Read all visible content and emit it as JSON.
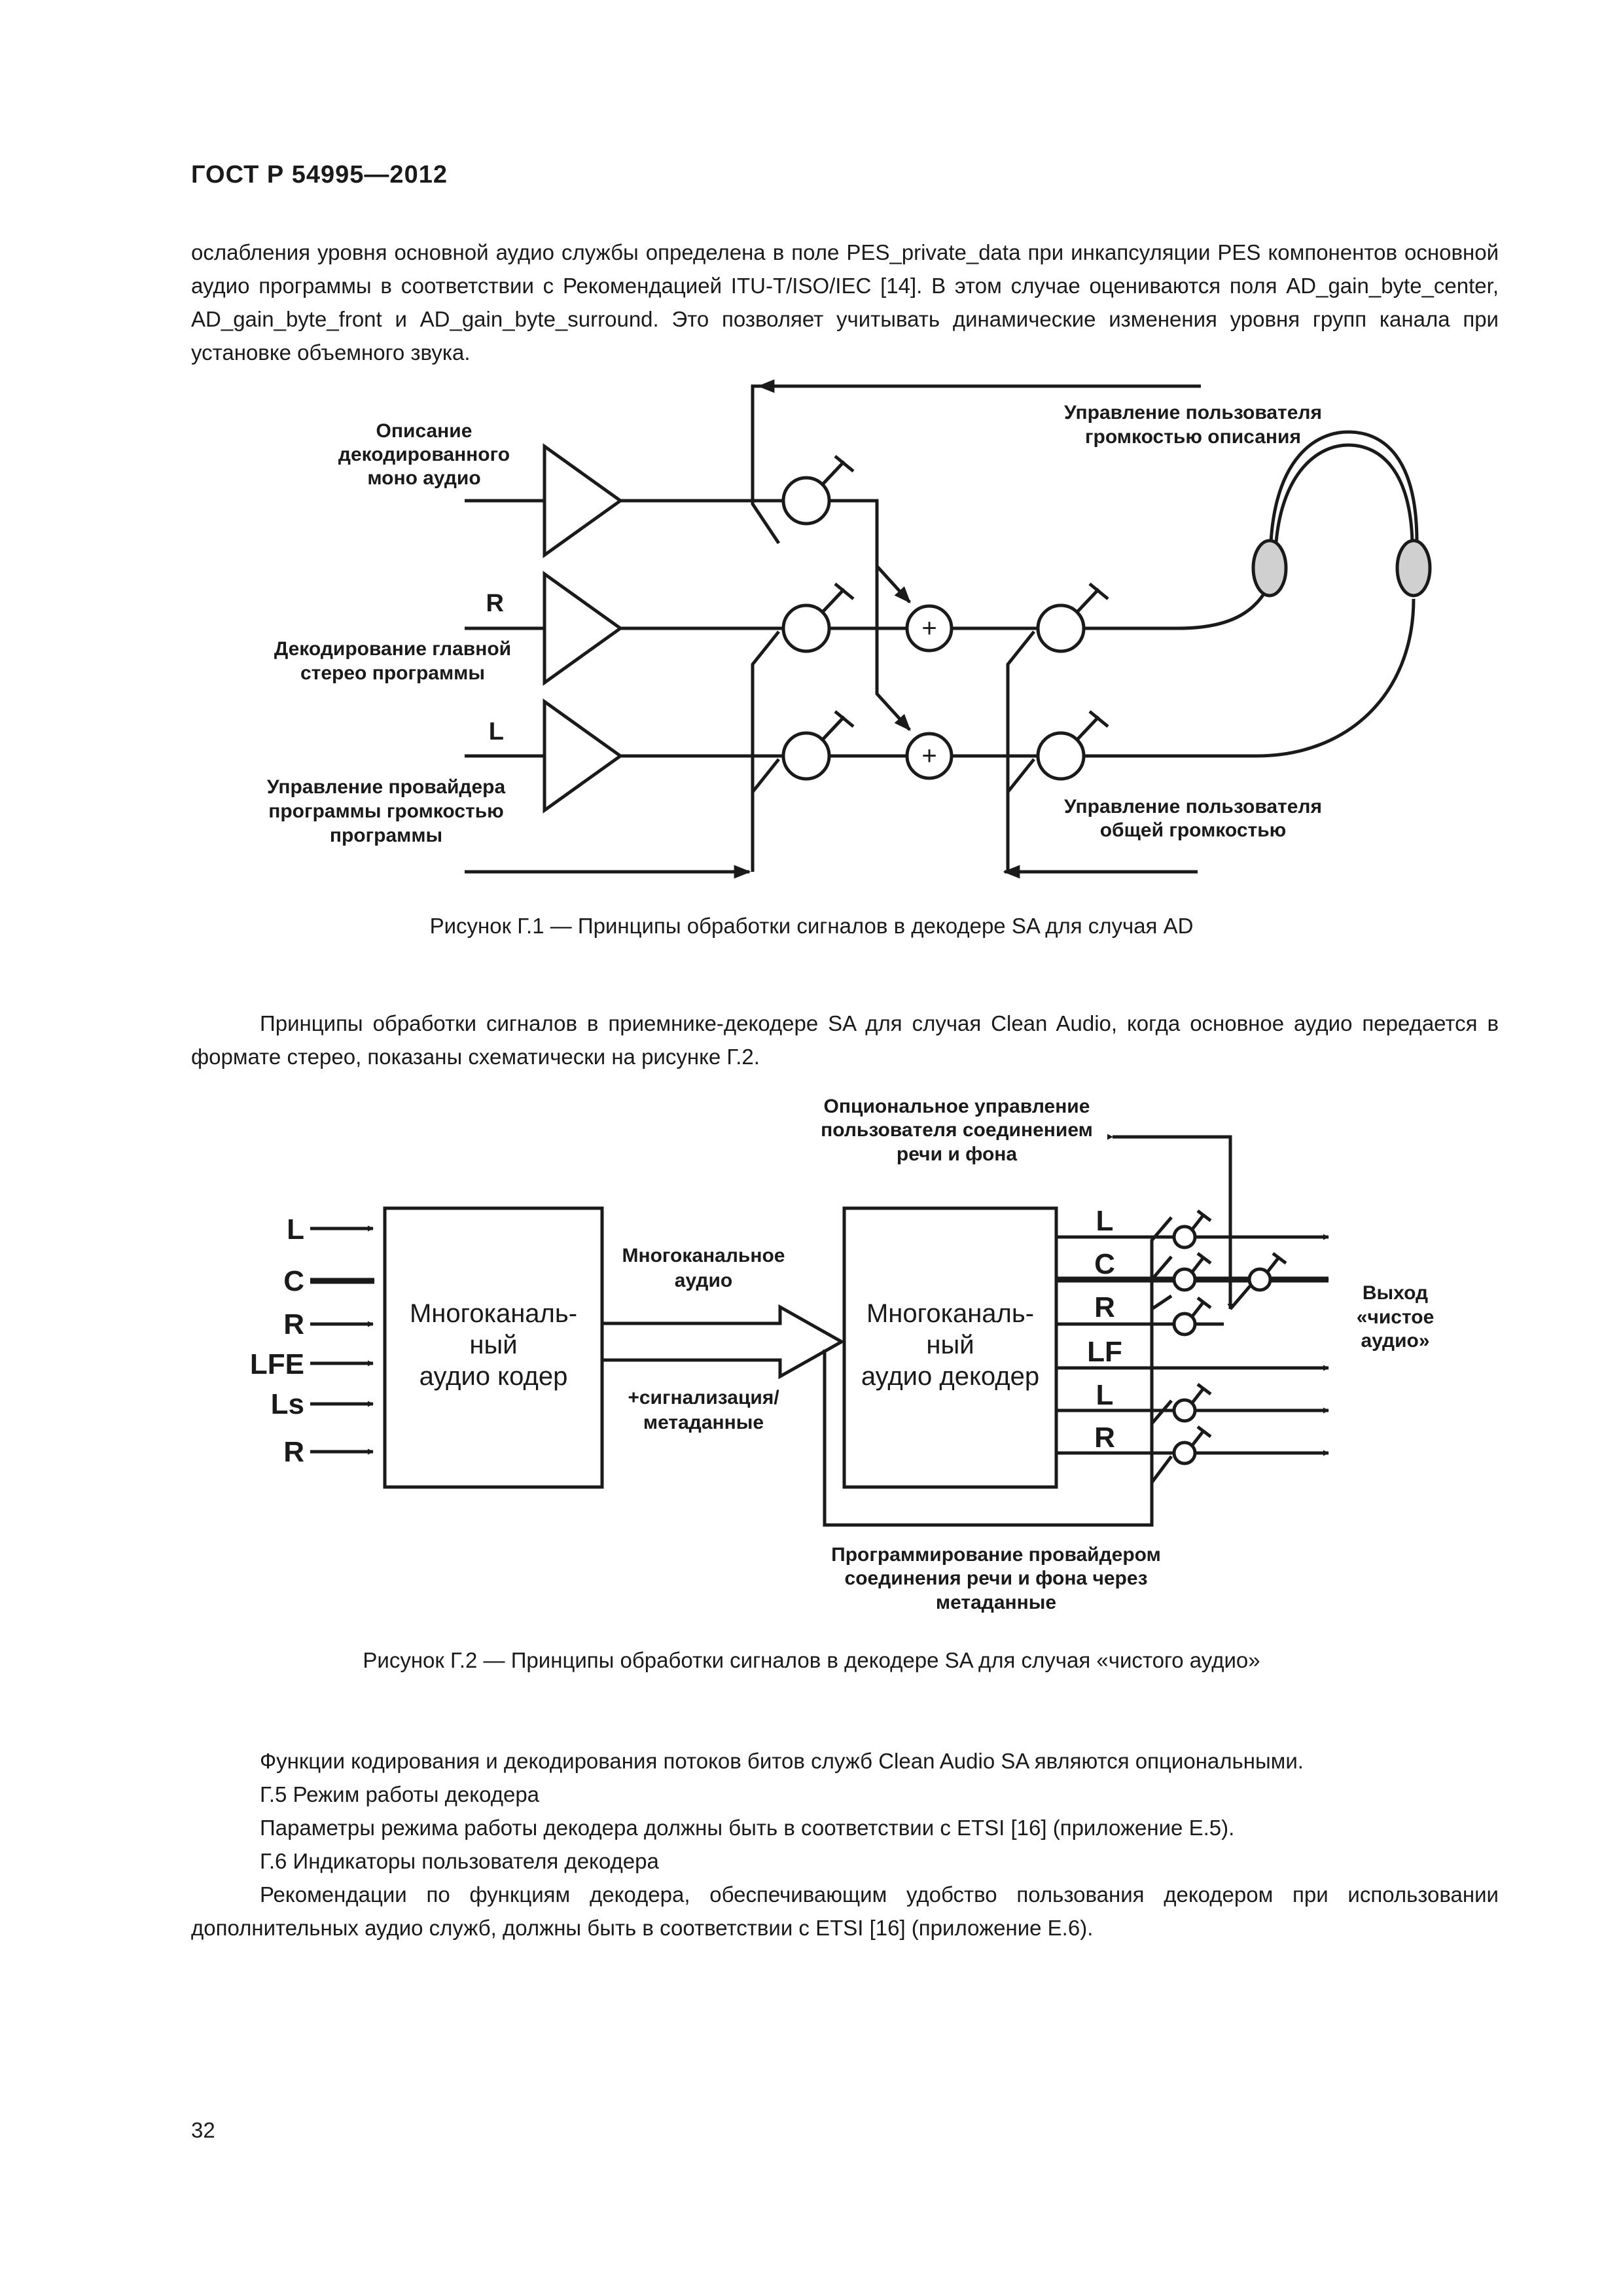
{
  "header": {
    "standard": "ГОСТ Р 54995—2012"
  },
  "intro_paragraph": "ослабления уровня основной аудио службы определена в поле PES_private_data при инкапсуляции PES компонентов основной аудио программы в соответствии с Рекомендацией ITU-T/ISO/IEC [14]. В этом случае оцениваются поля AD_gain_byte_center, AD_gain_byte_front и AD_gain_byte_surround. Это позволяет учитывать динамические изменения уровня групп канала при установке объемного звука.",
  "figure1": {
    "label_desc_1": "Описание",
    "label_desc_2": "декодированного",
    "label_desc_3": "моно аудио",
    "label_r": "R",
    "label_main_1": "Декодирование главной",
    "label_main_2": "стерео программы",
    "label_l": "L",
    "label_prov_1": "Управление провайдера",
    "label_prov_2": "программы громкостью",
    "label_prov_3": "программы",
    "label_user_desc_1": "Управление пользователя",
    "label_user_desc_2": "громкостью описания",
    "label_user_total_1": "Управление пользователя",
    "label_user_total_2": "общей громкостью",
    "plus": "+",
    "caption": "Рисунок Г.1 — Принципы обработки сигналов в декодере SA для случая AD"
  },
  "middle_paragraph": "Принципы обработки сигналов в приемнике-декодере SA для случая Clean Audio, когда основное аудио передается в формате стерео, показаны схематически на рисунке Г.2.",
  "figure2": {
    "inputs": [
      "L",
      "C",
      "R",
      "LFE",
      "Ls",
      "R"
    ],
    "encoder_1": "Многоканаль-",
    "encoder_2": "ный",
    "encoder_3": "аудио кодер",
    "stream_1": "Многоканальное",
    "stream_2": "аудио",
    "signal_1": "+сигнализация/",
    "signal_2": "метаданные",
    "decoder_1": "Многоканаль-",
    "decoder_2": "ный",
    "decoder_3": "аудио декодер",
    "outputs": [
      "L",
      "C",
      "R",
      "LF",
      "L",
      "R"
    ],
    "optional_1": "Опциональное управление",
    "optional_2": "пользователя соединением",
    "optional_3": "речи и фона",
    "provider_1": "Программирование провайдером",
    "provider_2": "соединения речи и фона через",
    "provider_3": "метаданные",
    "exit_1": "Выход",
    "exit_2": "«чистое",
    "exit_3": "аудио»",
    "caption": "Рисунок Г.2 — Принципы обработки сигналов в декодере SA для случая «чистого аудио»"
  },
  "body_lines": {
    "line1": "Функции кодирования и декодирования потоков битов служб Clean Audio SA являются опциональными.",
    "line2": "Г.5  Режим работы декодера",
    "line3": "Параметры режима работы декодера должны быть в соответствии с ETSI [16] (приложение Е.5).",
    "line4": "Г.6  Индикаторы пользователя декодера"
  },
  "closing_paragraph": "Рекомендации по функциям декодера, обеспечивающим удобство пользования декодером при использовании дополнительных аудио служб, должны быть в соответствии с ETSI [16] (приложение Е.6).",
  "page_number": "32"
}
